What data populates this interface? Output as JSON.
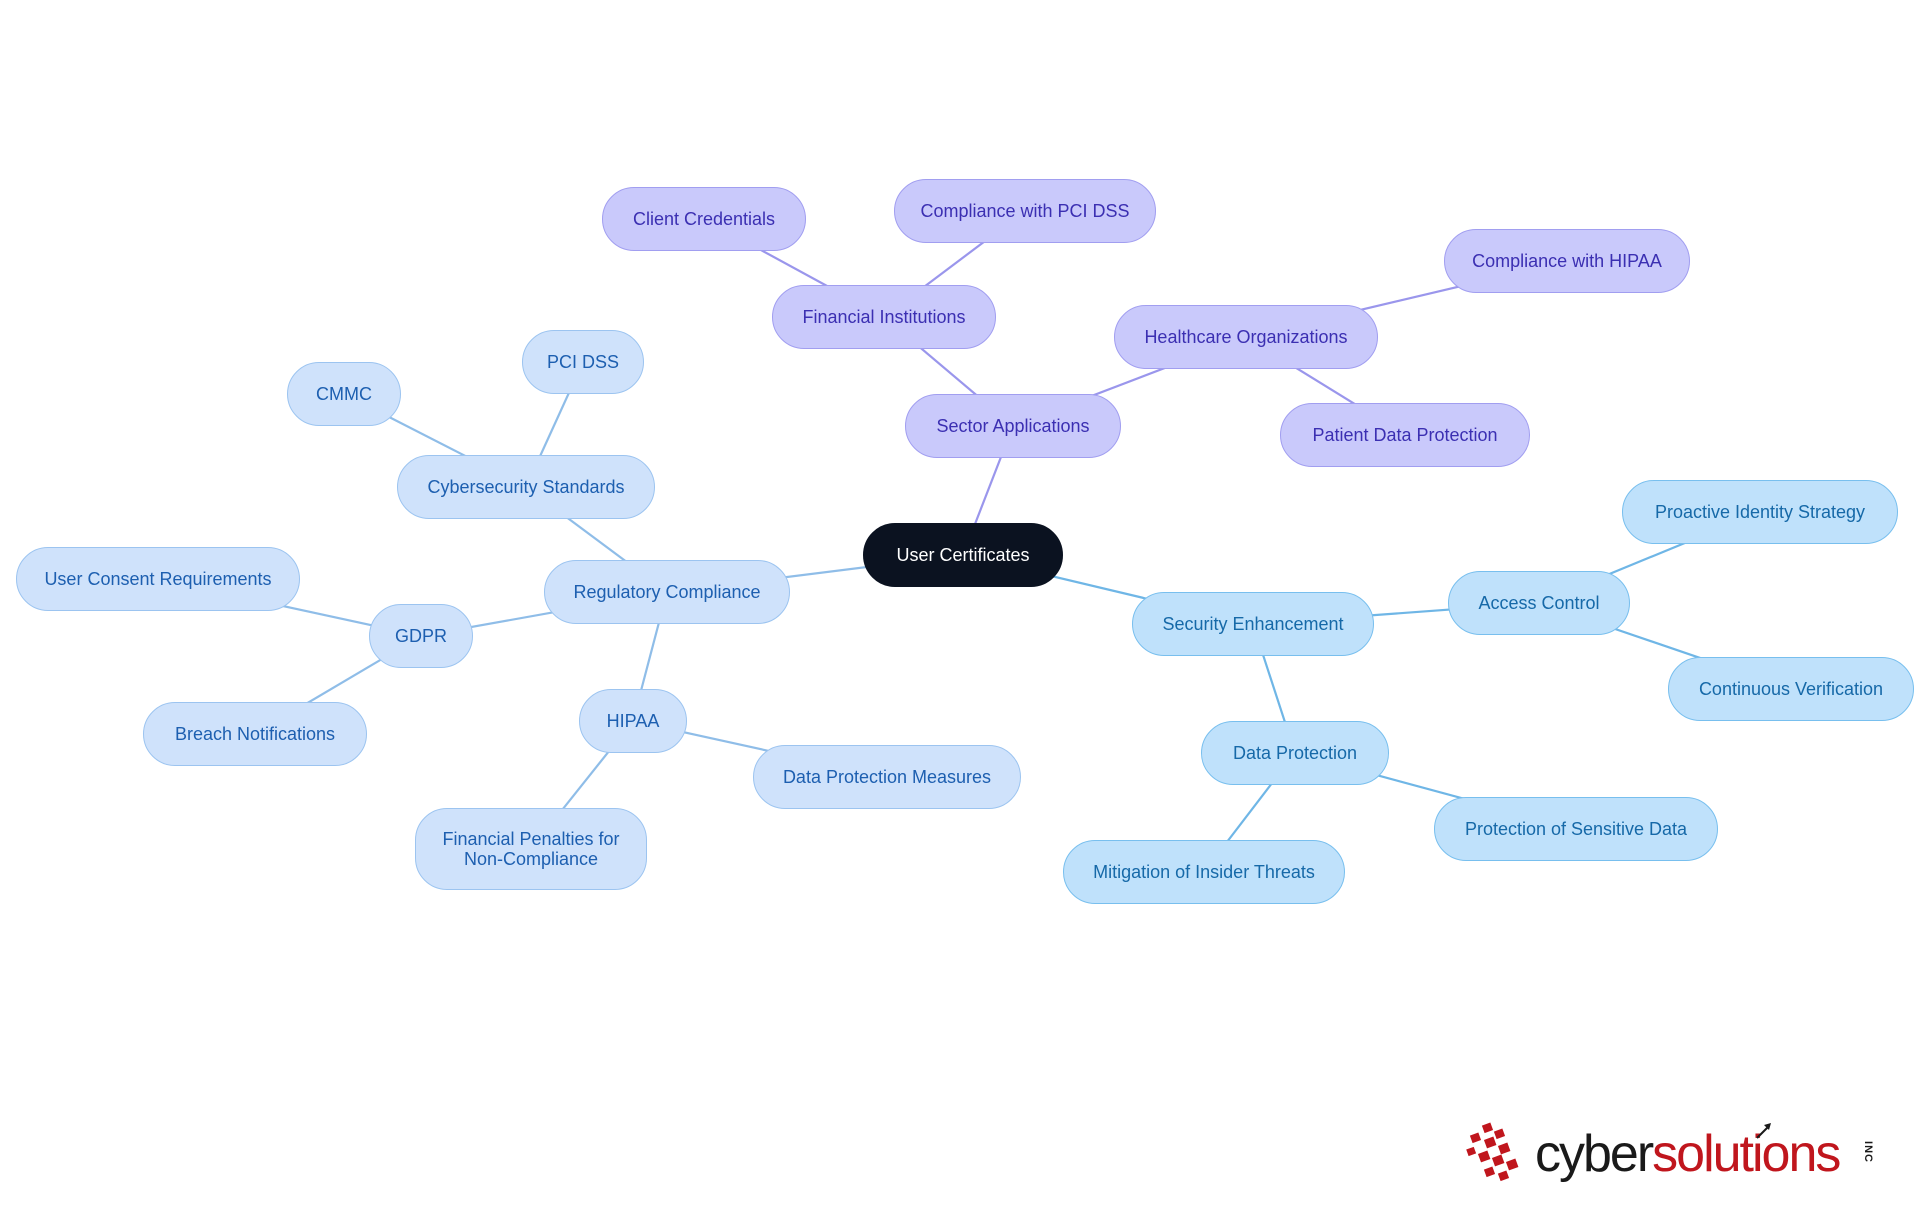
{
  "diagram": {
    "nodes": [
      {
        "id": "root",
        "label": "User Certificates",
        "group": "root"
      },
      {
        "id": "reg",
        "label": "Regulatory Compliance",
        "group": "reg"
      },
      {
        "id": "cyber",
        "label": "Cybersecurity Standards",
        "group": "reg"
      },
      {
        "id": "cmmc",
        "label": "CMMC",
        "group": "reg"
      },
      {
        "id": "pcidss",
        "label": "PCI DSS",
        "group": "reg"
      },
      {
        "id": "gdpr",
        "label": "GDPR",
        "group": "reg"
      },
      {
        "id": "consent",
        "label": "User Consent Requirements",
        "group": "reg"
      },
      {
        "id": "breach",
        "label": "Breach Notifications",
        "group": "reg"
      },
      {
        "id": "hipaa",
        "label": "HIPAA",
        "group": "reg"
      },
      {
        "id": "dpm",
        "label": "Data Protection Measures",
        "group": "reg"
      },
      {
        "id": "penalties",
        "label": "Financial Penalties for\nNon-Compliance",
        "group": "reg"
      },
      {
        "id": "sect",
        "label": "Sector Applications",
        "group": "sect"
      },
      {
        "id": "fin",
        "label": "Financial Institutions",
        "group": "sect"
      },
      {
        "id": "client",
        "label": "Client Credentials",
        "group": "sect"
      },
      {
        "id": "cpci",
        "label": "Compliance with PCI DSS",
        "group": "sect"
      },
      {
        "id": "health",
        "label": "Healthcare Organizations",
        "group": "sect"
      },
      {
        "id": "chipaa",
        "label": "Compliance with HIPAA",
        "group": "sect"
      },
      {
        "id": "patient",
        "label": "Patient Data Protection",
        "group": "sect"
      },
      {
        "id": "sec",
        "label": "Security Enhancement",
        "group": "sec"
      },
      {
        "id": "access",
        "label": "Access Control",
        "group": "sec"
      },
      {
        "id": "proactive",
        "label": "Proactive Identity Strategy",
        "group": "sec"
      },
      {
        "id": "continuous",
        "label": "Continuous Verification",
        "group": "sec"
      },
      {
        "id": "dataprot",
        "label": "Data Protection",
        "group": "sec"
      },
      {
        "id": "sensitive",
        "label": "Protection of Sensitive Data",
        "group": "sec"
      },
      {
        "id": "insider",
        "label": "Mitigation of Insider Threats",
        "group": "sec"
      }
    ],
    "edges": [
      [
        "root",
        "reg"
      ],
      [
        "root",
        "sect"
      ],
      [
        "root",
        "sec"
      ],
      [
        "reg",
        "cyber"
      ],
      [
        "cyber",
        "cmmc"
      ],
      [
        "cyber",
        "pcidss"
      ],
      [
        "reg",
        "gdpr"
      ],
      [
        "gdpr",
        "consent"
      ],
      [
        "gdpr",
        "breach"
      ],
      [
        "reg",
        "hipaa"
      ],
      [
        "hipaa",
        "dpm"
      ],
      [
        "hipaa",
        "penalties"
      ],
      [
        "sect",
        "fin"
      ],
      [
        "fin",
        "client"
      ],
      [
        "fin",
        "cpci"
      ],
      [
        "sect",
        "health"
      ],
      [
        "health",
        "chipaa"
      ],
      [
        "health",
        "patient"
      ],
      [
        "sec",
        "access"
      ],
      [
        "access",
        "proactive"
      ],
      [
        "access",
        "continuous"
      ],
      [
        "sec",
        "dataprot"
      ],
      [
        "dataprot",
        "sensitive"
      ],
      [
        "dataprot",
        "insider"
      ]
    ],
    "colors": {
      "root": "#0b1220",
      "reg_fill": "#cfe2fb",
      "reg_edge": "#8fbde8",
      "sec_fill": "#bfe1fb",
      "sec_edge": "#6fb6e6",
      "sect_fill": "#c9c9fb",
      "sect_edge": "#9a96ec"
    }
  },
  "logo": {
    "cyber": "cyber",
    "solutions": "solutions",
    "inc": "INC",
    "colors": {
      "mark": "#c0161d",
      "text": "#1a1a1a"
    }
  }
}
